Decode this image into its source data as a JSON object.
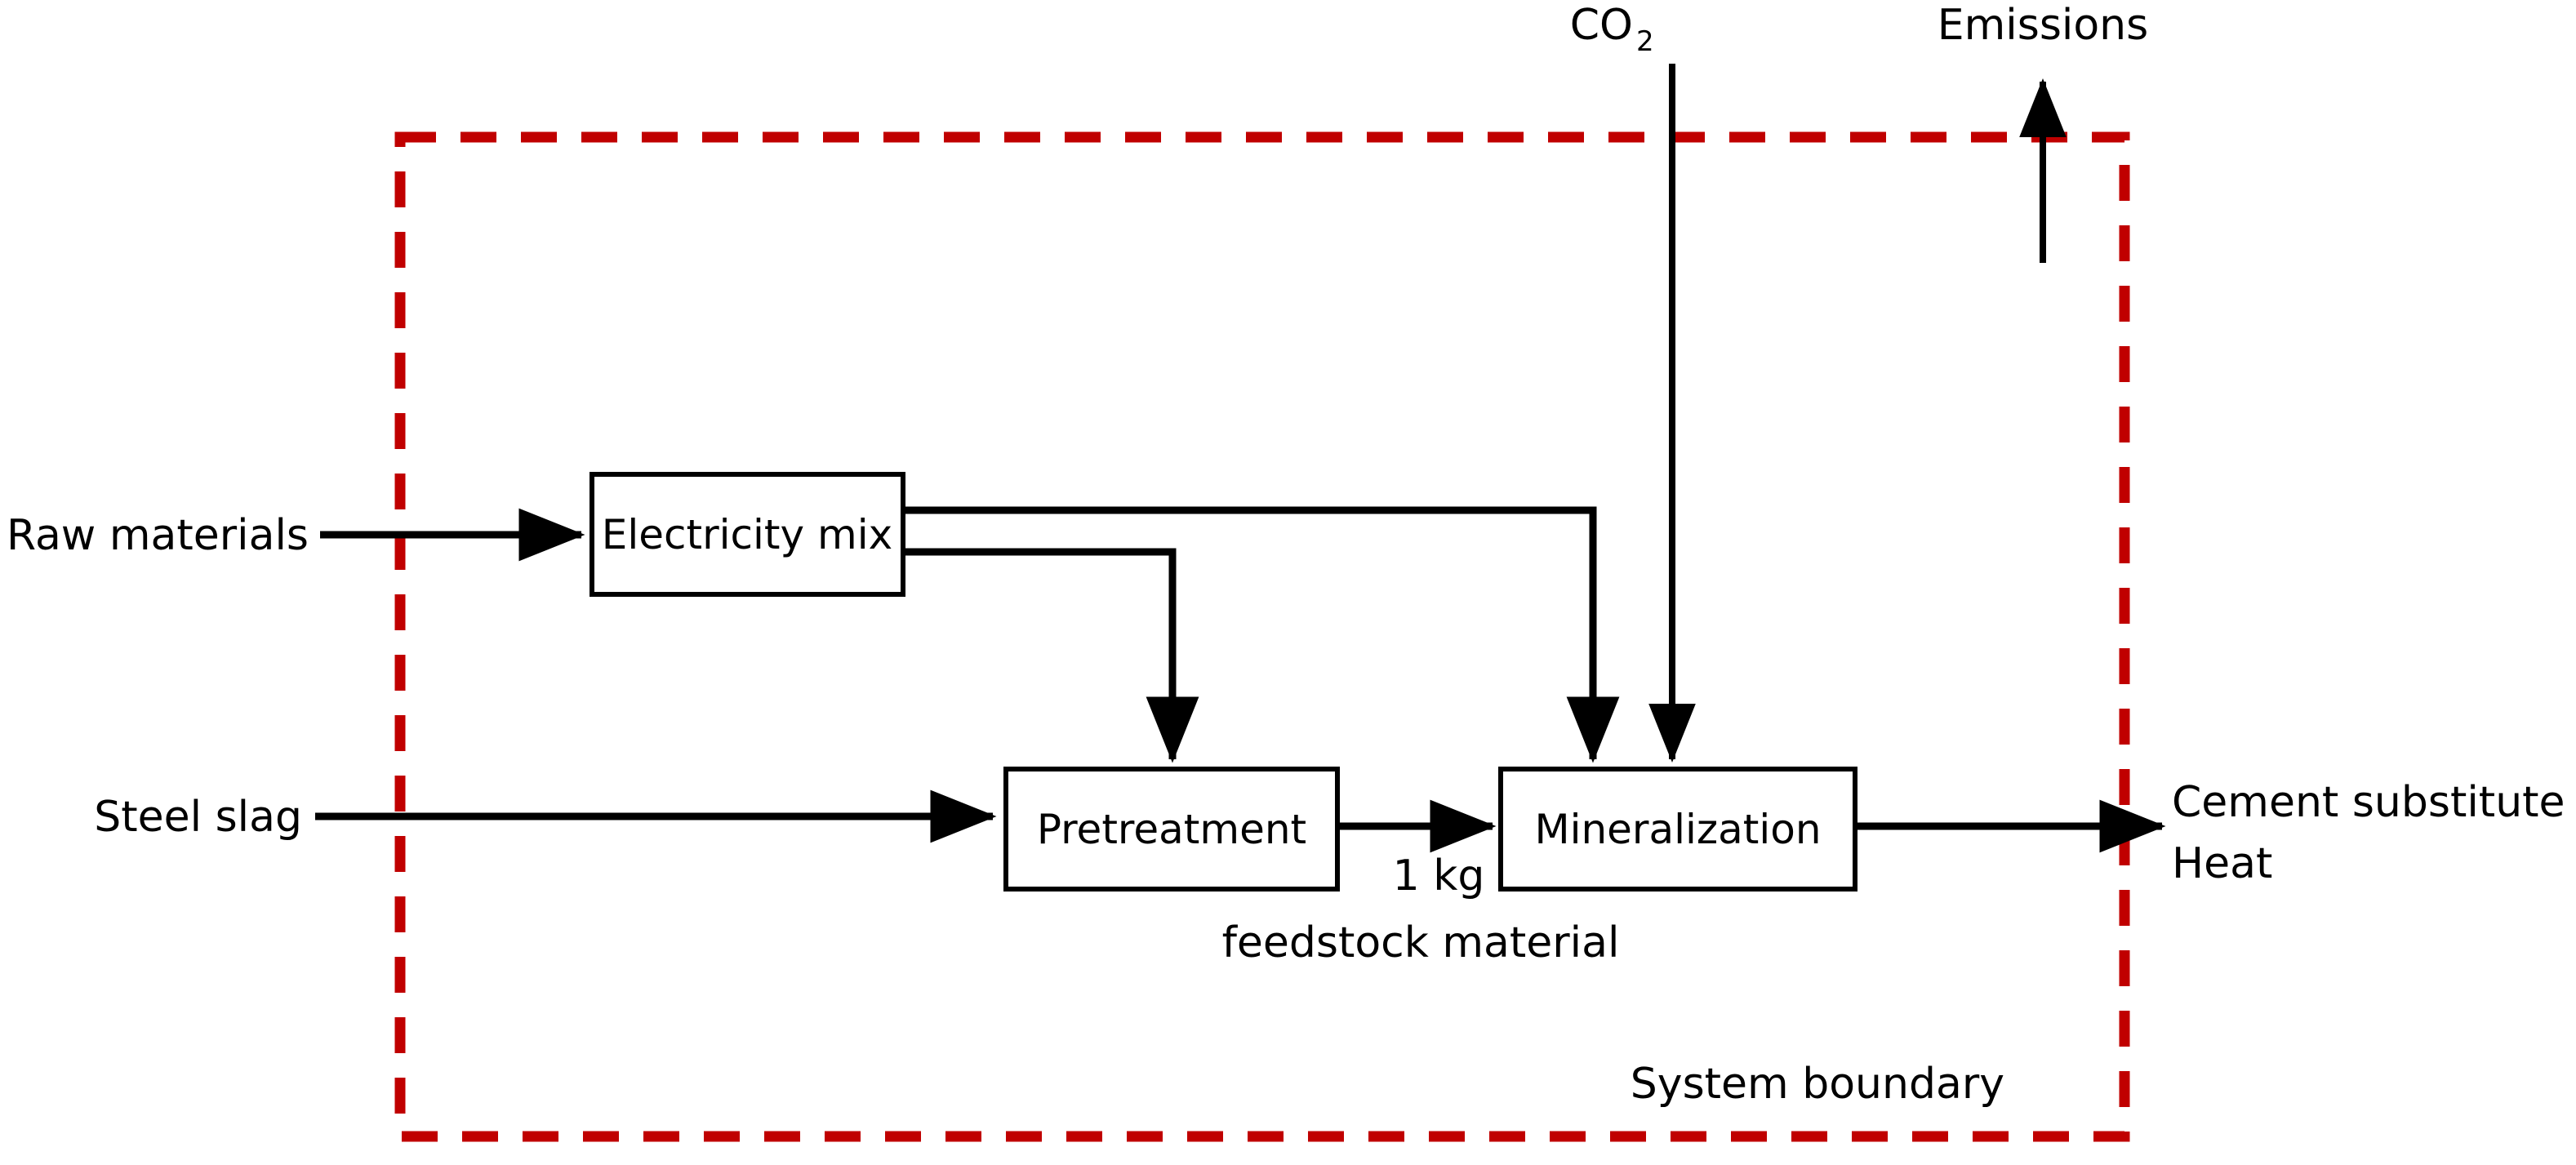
{
  "diagram": {
    "title": "CO2 mineralization process flow with system boundary",
    "colors": {
      "boundary": "#C00000",
      "line": "#000000",
      "box_fill": "#FFFFFF",
      "background": "#FFFFFF"
    },
    "boundary_label": "System boundary",
    "process_boxes": [
      {
        "id": "electricity-mix",
        "label": "Electricity mix"
      },
      {
        "id": "pretreatment",
        "label": "Pretreatment"
      },
      {
        "id": "mineralization",
        "label": "Mineralization"
      }
    ],
    "inputs": [
      {
        "id": "raw-materials",
        "label": "Raw materials",
        "target": "electricity-mix"
      },
      {
        "id": "steel-slag",
        "label": "Steel slag",
        "target": "pretreatment"
      },
      {
        "id": "co2",
        "label_main": "CO",
        "label_sub": "2",
        "label": "CO2",
        "target": "mineralization"
      }
    ],
    "outputs": [
      {
        "id": "emissions",
        "label": "Emissions",
        "source": "mineralization"
      },
      {
        "id": "cement-substitute",
        "label": "Cement substitute",
        "source": "mineralization"
      },
      {
        "id": "heat",
        "label": "Heat",
        "source": "mineralization"
      }
    ],
    "intermediate_flows": [
      {
        "id": "feedstock",
        "from": "pretreatment",
        "to": "mineralization",
        "amount": "1 kg",
        "name": "feedstock material"
      },
      {
        "id": "electricity-to-mineralization",
        "from": "electricity-mix",
        "to": "mineralization",
        "amount": "",
        "name": ""
      },
      {
        "id": "electricity-to-pretreatment",
        "from": "electricity-mix",
        "to": "pretreatment",
        "amount": "",
        "name": ""
      }
    ]
  }
}
